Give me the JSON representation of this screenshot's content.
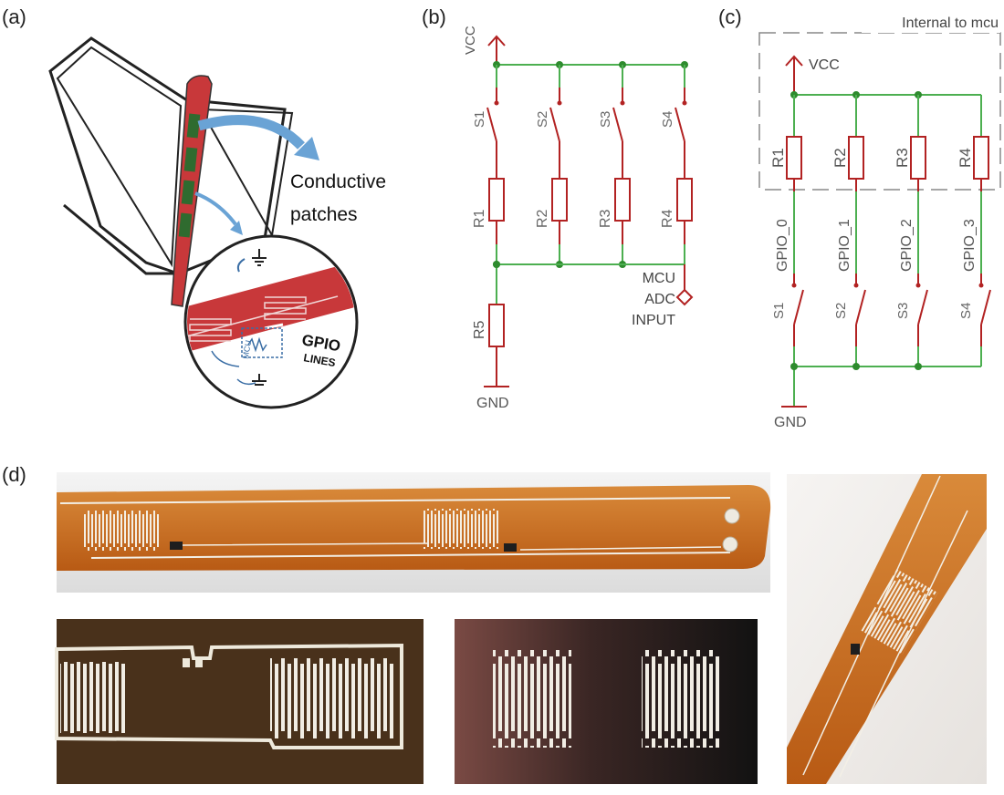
{
  "panels": {
    "a": "(a)",
    "b": "(b)",
    "c": "(c)",
    "d": "(d)"
  },
  "panel_a": {
    "callout": [
      "Conductive",
      "patches"
    ],
    "gpio_note": [
      "GPIO",
      "LINES"
    ],
    "mcu_note": "MCU"
  },
  "panel_b": {
    "vcc": "VCC",
    "gnd": "GND",
    "switches": [
      "S1",
      "S2",
      "S3",
      "S4"
    ],
    "resistors": [
      "R1",
      "R2",
      "R3",
      "R4"
    ],
    "pulldown": "R5",
    "output": [
      "MCU",
      "ADC",
      "INPUT"
    ]
  },
  "panel_c": {
    "internal_label": "Internal to mcu",
    "vcc": "VCC",
    "gnd": "GND",
    "resistors": [
      "R1",
      "R2",
      "R3",
      "R4"
    ],
    "gpio": [
      "GPIO_0",
      "GPIO_1",
      "GPIO_2",
      "GPIO_3"
    ],
    "switches": [
      "S1",
      "S2",
      "S3",
      "S4"
    ]
  },
  "colors": {
    "wire": "#4caf50",
    "component": "#b22222",
    "label_gray": "#666666",
    "flex_pcb": "#c8691c",
    "trace": "#f2ece0",
    "dashed_box": "#888888"
  }
}
